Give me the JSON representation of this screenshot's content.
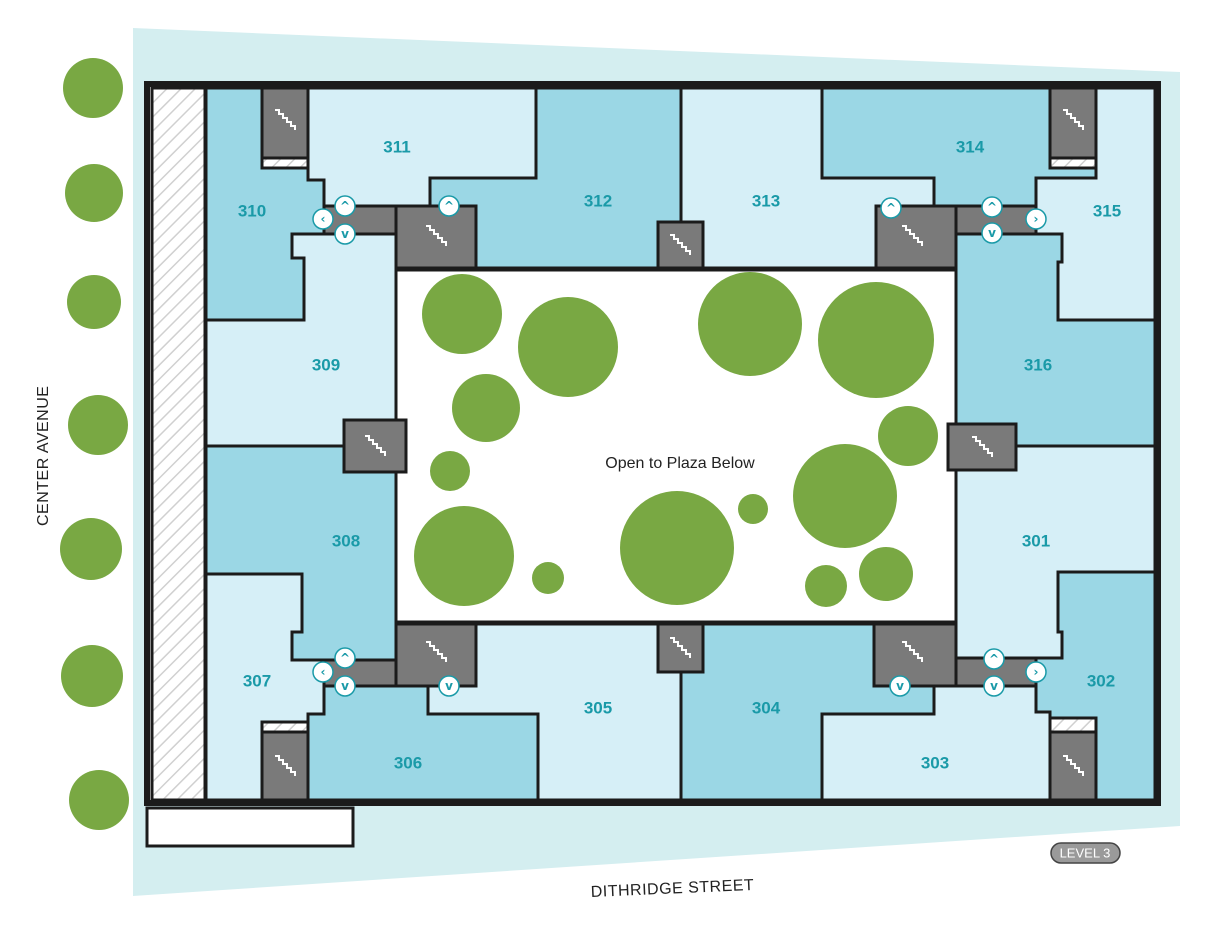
{
  "map": {
    "streets": {
      "left": "CENTER AVENUE",
      "bottom": "DITHRIDGE STREET"
    },
    "courtyard_label": "Open to Plaza Below",
    "level_badge": "LEVEL 3",
    "icons": [
      "stair-icon",
      "arrow-up-icon",
      "arrow-down-icon",
      "arrow-left-icon",
      "arrow-right-icon",
      "tree-icon"
    ],
    "colors": {
      "site": "#d4eef0",
      "unit_light": "#d6eff7",
      "unit_dark": "#9bd7e5",
      "core": "#7a7a7a",
      "tree": "#79a843",
      "label": "#1a9aa8"
    },
    "units": [
      {
        "number": "301",
        "tone": "light"
      },
      {
        "number": "302",
        "tone": "dark"
      },
      {
        "number": "303",
        "tone": "light"
      },
      {
        "number": "304",
        "tone": "dark"
      },
      {
        "number": "305",
        "tone": "light"
      },
      {
        "number": "306",
        "tone": "dark"
      },
      {
        "number": "307",
        "tone": "light"
      },
      {
        "number": "308",
        "tone": "dark"
      },
      {
        "number": "309",
        "tone": "light"
      },
      {
        "number": "310",
        "tone": "dark"
      },
      {
        "number": "311",
        "tone": "light"
      },
      {
        "number": "312",
        "tone": "dark"
      },
      {
        "number": "313",
        "tone": "light"
      },
      {
        "number": "314",
        "tone": "dark"
      },
      {
        "number": "315",
        "tone": "light"
      },
      {
        "number": "316",
        "tone": "dark"
      }
    ]
  }
}
